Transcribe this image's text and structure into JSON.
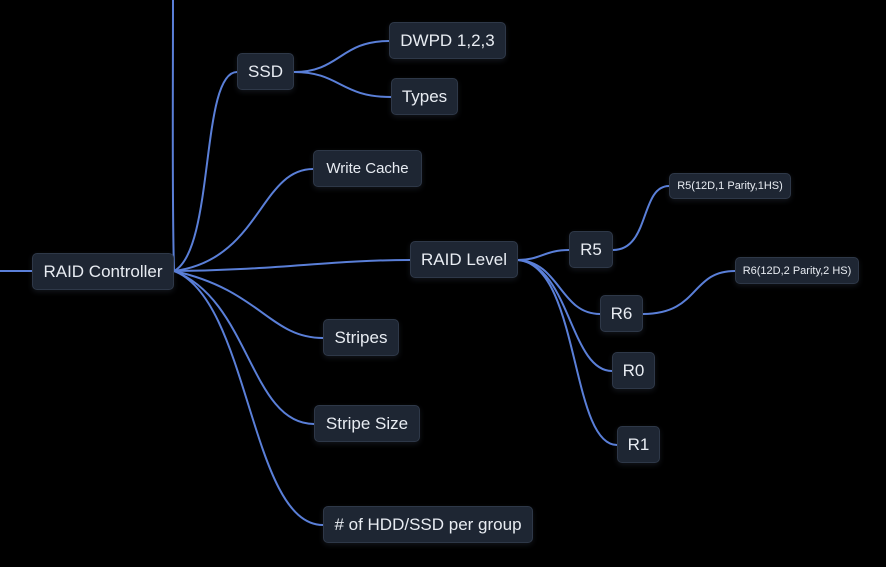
{
  "mindmap": {
    "root": "RAID Controller",
    "ssd": "SSD",
    "dwpd": "DWPD 1,2,3",
    "types": "Types",
    "write_cache": "Write Cache",
    "raid_level": "RAID Level",
    "r5": "R5",
    "r5_detail": "R5(12D,1 Parity,1HS)",
    "r6": "R6",
    "r6_detail": "R6(12D,2 Parity,2 HS)",
    "r0": "R0",
    "r1": "R1",
    "stripes": "Stripes",
    "stripe_size": "Stripe Size",
    "drives_per_group": "# of HDD/SSD per group"
  },
  "colors": {
    "edge": "#5a7fd8",
    "node_bg": "#1e2633",
    "background": "#000000"
  }
}
